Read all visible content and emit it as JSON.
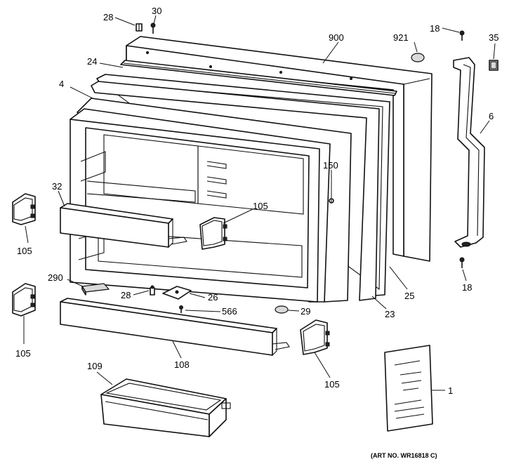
{
  "diagram": {
    "art_number": "(ART NO. WR16818 C)",
    "callouts": {
      "p28_top": "28",
      "p30": "30",
      "p900": "900",
      "p921": "921",
      "p18_top": "18",
      "p35": "35",
      "p24": "24",
      "p4": "4",
      "p6": "6",
      "p150": "150",
      "p32": "32",
      "p105_upper_mid": "105",
      "p105_left_top": "105",
      "p18_bottom": "18",
      "p290": "290",
      "p28_mid": "28",
      "p26": "26",
      "p25": "25",
      "p566": "566",
      "p29": "29",
      "p23": "23",
      "p105_left_bottom": "105",
      "p108": "108",
      "p105_lower_right": "105",
      "p109": "109",
      "p1": "1"
    },
    "manual_lines": [
      "",
      "",
      "",
      "",
      "",
      "",
      "",
      ""
    ]
  }
}
